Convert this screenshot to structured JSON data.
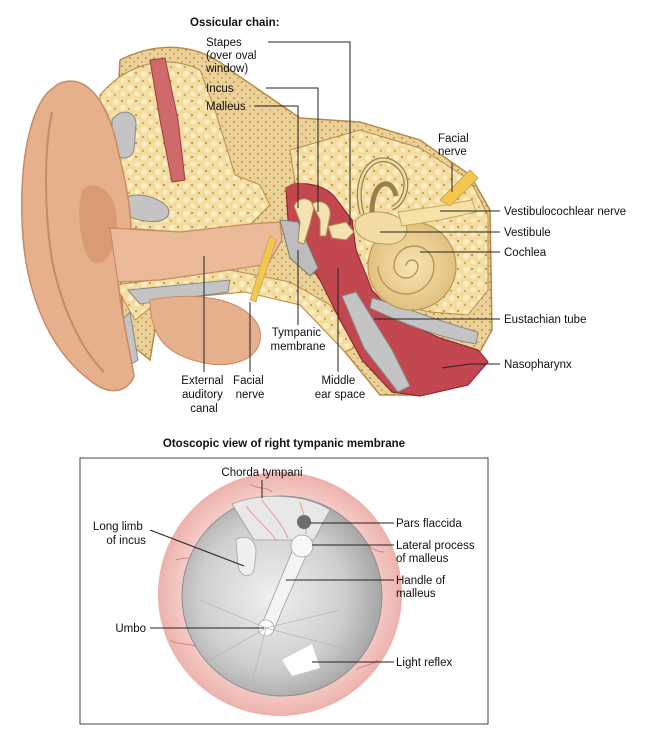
{
  "top": {
    "title": "Ossicular chain:",
    "labels": {
      "stapes": [
        "Stapes",
        "(over oval",
        "window)"
      ],
      "incus": "Incus",
      "malleus": "Malleus",
      "facial_nerve_top": [
        "Facial",
        "nerve"
      ],
      "vestibulocochlear": "Vestibulocochlear nerve",
      "vestibule": "Vestibule",
      "cochlea": "Cochlea",
      "eustachian": "Eustachian tube",
      "nasopharynx": "Nasopharynx",
      "tympanic": [
        "Tympanic",
        "membrane"
      ],
      "external": [
        "External",
        "auditory",
        "canal"
      ],
      "facial_nerve_bottom": [
        "Facial",
        "nerve"
      ],
      "middle": [
        "Middle",
        "ear space"
      ]
    }
  },
  "bottom": {
    "title": "Otoscopic view of right tympanic membrane",
    "labels": {
      "chorda": "Chorda tympani",
      "long_limb": [
        "Long limb",
        "of incus"
      ],
      "umbo": "Umbo",
      "pars": "Pars flaccida",
      "lateral": [
        "Lateral process",
        "of malleus"
      ],
      "handle": [
        "Handle of",
        "malleus"
      ],
      "light": "Light reflex"
    }
  },
  "colors": {
    "skin": "#e8b592",
    "bone": "#f0d79a",
    "cavity": "#c0454f",
    "membrane_gray": "#c9c9c9",
    "canal_pink": "#eebcbc"
  }
}
